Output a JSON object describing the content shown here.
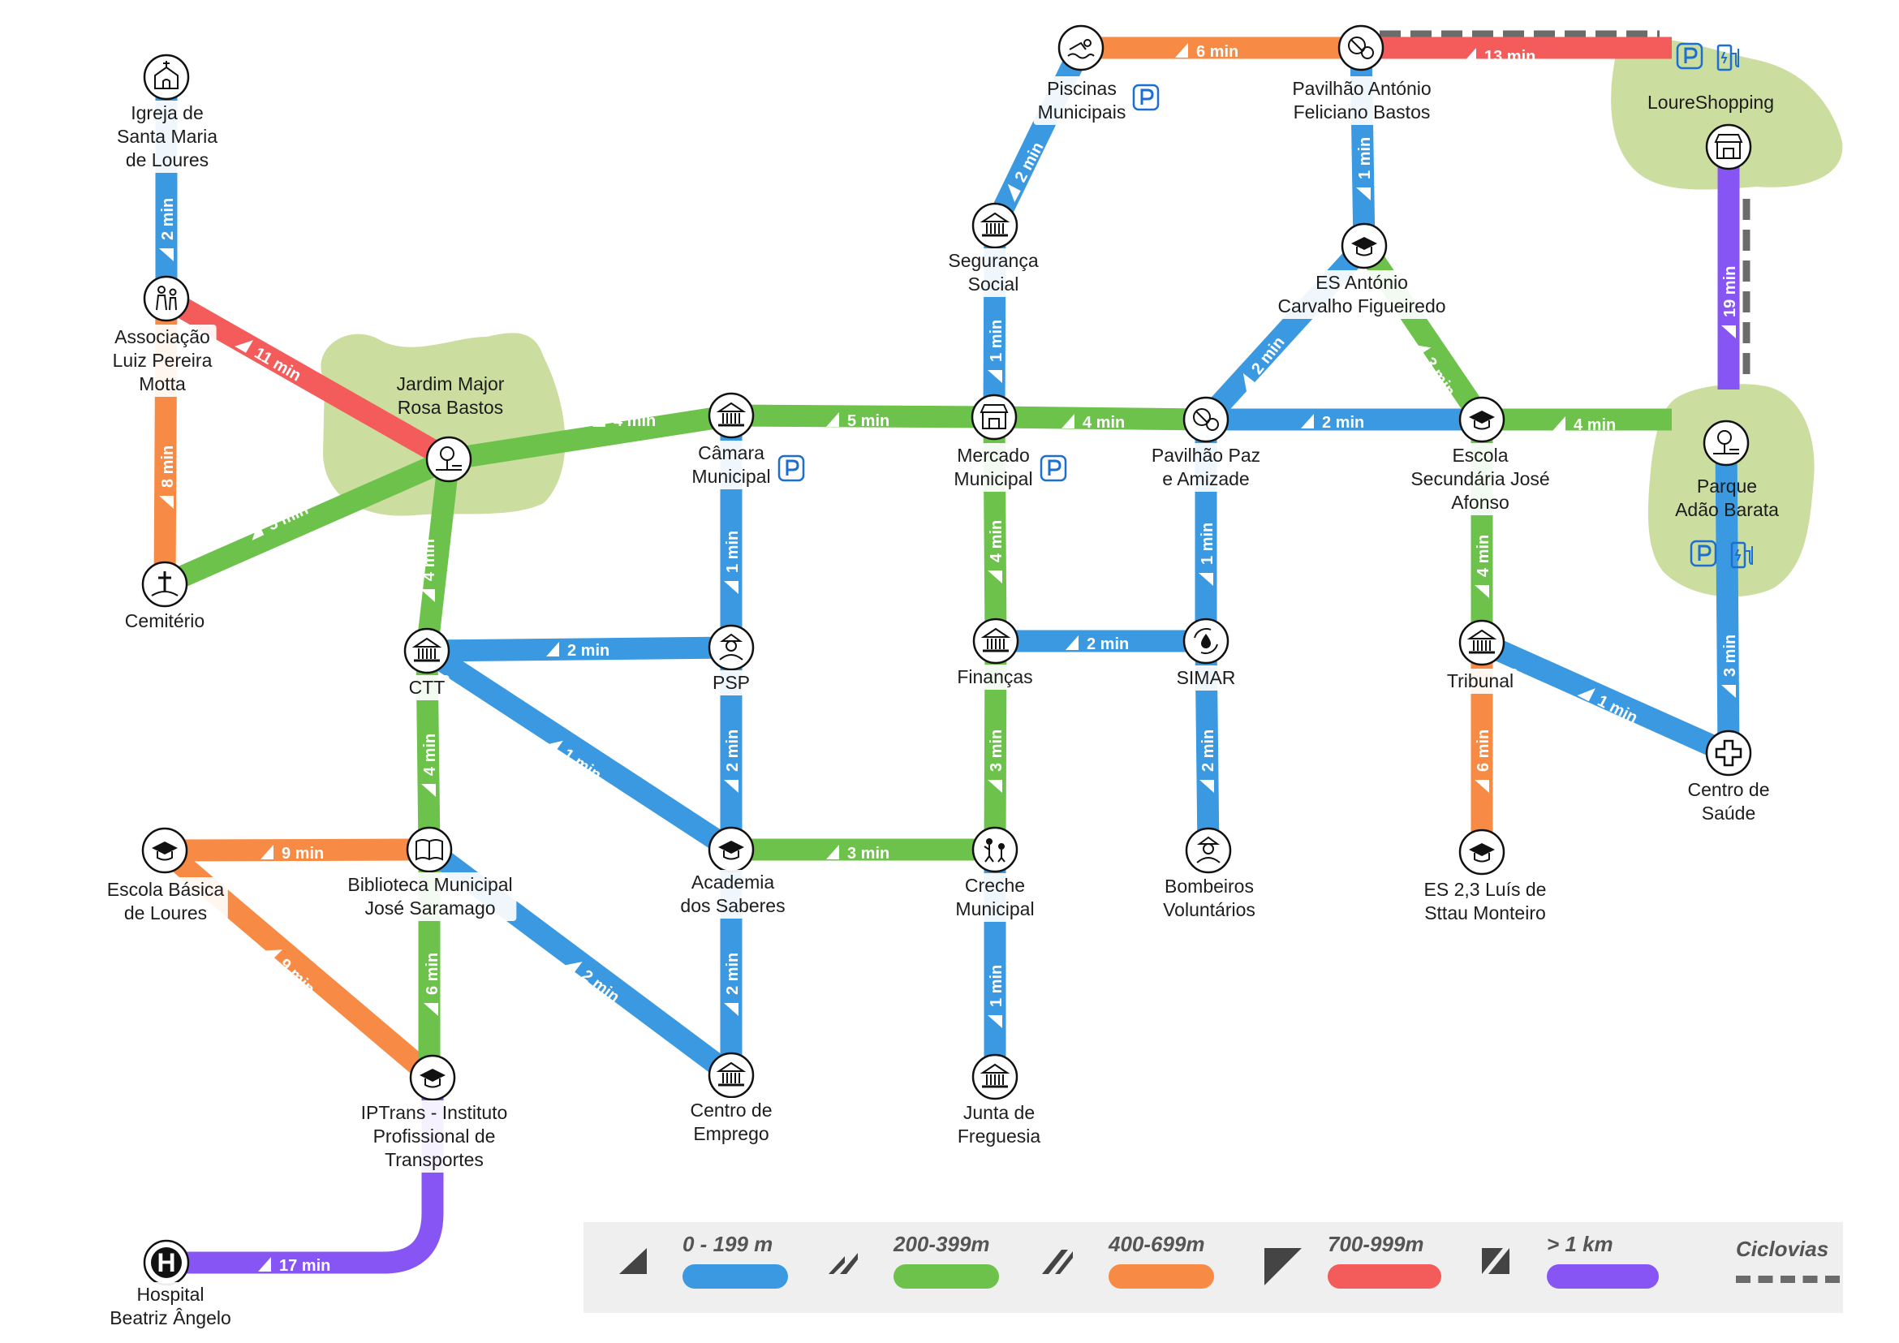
{
  "stations": [
    {
      "id": "igreja",
      "label": [
        "Igreja de",
        "Santa Maria",
        "de Loures"
      ],
      "icon": "church-icon"
    },
    {
      "id": "associacao",
      "label": [
        "Associação",
        "Luiz Pereira",
        "Motta"
      ],
      "icon": "elderly-people-icon"
    },
    {
      "id": "cemiterio",
      "label": [
        "Cemitério"
      ],
      "icon": "grave-cross-icon"
    },
    {
      "id": "jardim",
      "label": [
        "Jardim Major",
        "Rosa Bastos"
      ],
      "icon": "park-tree-bench-icon"
    },
    {
      "id": "camara",
      "label": [
        "Câmara",
        "Municipal"
      ],
      "icon": "town-hall-icon"
    },
    {
      "id": "ctt",
      "label": [
        "CTT"
      ],
      "icon": "post-office-icon"
    },
    {
      "id": "psp",
      "label": [
        "PSP"
      ],
      "icon": "police-officer-icon"
    },
    {
      "id": "escola_basica",
      "label": [
        "Escola Básica",
        "de Loures"
      ],
      "icon": "graduation-cap-icon"
    },
    {
      "id": "biblioteca",
      "label": [
        "Biblioteca Municipal",
        "José Saramago"
      ],
      "icon": "open-book-icon"
    },
    {
      "id": "academia",
      "label": [
        "Academia",
        "dos Saberes"
      ],
      "icon": "graduation-cap-icon"
    },
    {
      "id": "iptrans",
      "label": [
        "IPTrans - Instituto",
        "Profissional de",
        "Transportes"
      ],
      "icon": "graduation-cap-icon"
    },
    {
      "id": "centro_emprego",
      "label": [
        "Centro de",
        "Emprego"
      ],
      "icon": "public-building-icon"
    },
    {
      "id": "hospital",
      "label": [
        "Hospital",
        "Beatriz Ângelo"
      ],
      "icon": "hospital-h-icon"
    },
    {
      "id": "piscinas",
      "label": [
        "Piscinas",
        "Municipais"
      ],
      "icon": "swimmer-icon"
    },
    {
      "id": "seguranca",
      "label": [
        "Segurança",
        "Social"
      ],
      "icon": "public-building-icon"
    },
    {
      "id": "mercado",
      "label": [
        "Mercado",
        "Municipal"
      ],
      "icon": "market-stall-icon"
    },
    {
      "id": "financas",
      "label": [
        "Finanças"
      ],
      "icon": "public-building-icon"
    },
    {
      "id": "creche",
      "label": [
        "Creche",
        "Municipal"
      ],
      "icon": "children-playing-icon"
    },
    {
      "id": "junta",
      "label": [
        "Junta de",
        "Freguesia"
      ],
      "icon": "public-building-icon"
    },
    {
      "id": "pavilhao_af",
      "label": [
        "Pavilhão António",
        "Feliciano Bastos"
      ],
      "icon": "sports-balls-icon"
    },
    {
      "id": "es_acf",
      "label": [
        "ES António",
        "Carvalho Figueiredo"
      ],
      "icon": "graduation-cap-icon"
    },
    {
      "id": "pavilhao_paz",
      "label": [
        "Pavilhão Paz",
        "e Amizade"
      ],
      "icon": "sports-balls-icon"
    },
    {
      "id": "simar",
      "label": [
        "SIMAR"
      ],
      "icon": "water-recycle-icon"
    },
    {
      "id": "bombeiros",
      "label": [
        "Bombeiros",
        "Voluntários"
      ],
      "icon": "firefighter-icon"
    },
    {
      "id": "escola_sja",
      "label": [
        "Escola",
        "Secundária José",
        "Afonso"
      ],
      "icon": "graduation-cap-icon"
    },
    {
      "id": "tribunal",
      "label": [
        "Tribunal"
      ],
      "icon": "courthouse-icon"
    },
    {
      "id": "es_2_3",
      "label": [
        "ES 2,3 Luís de",
        "Sttau Monteiro"
      ],
      "icon": "graduation-cap-icon"
    },
    {
      "id": "loureshopping",
      "label": [
        "LoureShopping"
      ],
      "icon": "shop-storefront-icon"
    },
    {
      "id": "parque",
      "label": [
        "Parque",
        "Adão Barata"
      ],
      "icon": "park-tree-bench-icon"
    },
    {
      "id": "centro_saude",
      "label": [
        "Centro de",
        "Saúde"
      ],
      "icon": "medical-cross-icon"
    }
  ],
  "routes": [
    {
      "from": "igreja",
      "to": "associacao",
      "time": "2 min",
      "category": "0-199"
    },
    {
      "from": "associacao",
      "to": "jardim",
      "time": "11 min",
      "category": "700-999"
    },
    {
      "from": "associacao",
      "to": "cemiterio",
      "time": "8 min",
      "category": "400-699"
    },
    {
      "from": "cemiterio",
      "to": "jardim",
      "time": "5 min",
      "category": "200-399"
    },
    {
      "from": "jardim",
      "to": "camara",
      "time": "4 min",
      "category": "200-399"
    },
    {
      "from": "camara",
      "to": "mercado",
      "time": "5 min",
      "category": "200-399"
    },
    {
      "from": "mercado",
      "to": "pavilhao_paz",
      "time": "4 min",
      "category": "200-399"
    },
    {
      "from": "pavilhao_paz",
      "to": "escola_sja",
      "time": "2 min",
      "category": "0-199"
    },
    {
      "from": "escola_sja",
      "to": "parque",
      "time": "4 min",
      "category": "200-399"
    },
    {
      "from": "jardim",
      "to": "ctt",
      "time": "4 min",
      "category": "200-399"
    },
    {
      "from": "camara",
      "to": "psp",
      "time": "1 min",
      "category": "0-199"
    },
    {
      "from": "ctt",
      "to": "psp",
      "time": "2 min",
      "category": "0-199"
    },
    {
      "from": "ctt",
      "to": "academia",
      "time": "1 min",
      "category": "0-199"
    },
    {
      "from": "ctt",
      "to": "biblioteca",
      "time": "4 min",
      "category": "200-399"
    },
    {
      "from": "psp",
      "to": "academia",
      "time": "2 min",
      "category": "0-199"
    },
    {
      "from": "escola_basica",
      "to": "biblioteca",
      "time": "9 min",
      "category": "400-699"
    },
    {
      "from": "escola_basica",
      "to": "iptrans",
      "time": "9 min",
      "category": "400-699"
    },
    {
      "from": "biblioteca",
      "to": "iptrans",
      "time": "6 min",
      "category": "200-399"
    },
    {
      "from": "biblioteca",
      "to": "centro_emprego",
      "time": "2 min",
      "category": "0-199"
    },
    {
      "from": "academia",
      "to": "centro_emprego",
      "time": "2 min",
      "category": "0-199"
    },
    {
      "from": "academia",
      "to": "creche",
      "time": "3 min",
      "category": "200-399"
    },
    {
      "from": "iptrans",
      "to": "hospital",
      "time": "17 min",
      "category": ">1km"
    },
    {
      "from": "piscinas",
      "to": "seguranca",
      "time": "2 min",
      "category": "0-199"
    },
    {
      "from": "piscinas",
      "to": "pavilhao_af",
      "time": "6 min",
      "category": "400-699"
    },
    {
      "from": "pavilhao_af",
      "to": "loureshopping",
      "time": "13 min",
      "category": "700-999"
    },
    {
      "from": "seguranca",
      "to": "mercado",
      "time": "1 min",
      "category": "0-199"
    },
    {
      "from": "mercado",
      "to": "financas",
      "time": "4 min",
      "category": "200-399"
    },
    {
      "from": "financas",
      "to": "simar",
      "time": "2 min",
      "category": "0-199"
    },
    {
      "from": "financas",
      "to": "creche",
      "time": "3 min",
      "category": "200-399"
    },
    {
      "from": "creche",
      "to": "junta",
      "time": "1 min",
      "category": "0-199"
    },
    {
      "from": "pavilhao_af",
      "to": "es_acf",
      "time": "1 min",
      "category": "0-199"
    },
    {
      "from": "es_acf",
      "to": "pavilhao_paz",
      "time": "2 min",
      "category": "0-199"
    },
    {
      "from": "es_acf",
      "to": "escola_sja",
      "time": "3 min",
      "category": "200-399"
    },
    {
      "from": "pavilhao_paz",
      "to": "simar",
      "time": "1 min",
      "category": "0-199"
    },
    {
      "from": "simar",
      "to": "bombeiros",
      "time": "2 min",
      "category": "0-199"
    },
    {
      "from": "escola_sja",
      "to": "tribunal",
      "time": "4 min",
      "category": "200-399"
    },
    {
      "from": "tribunal",
      "to": "es_2_3",
      "time": "6 min",
      "category": "400-699"
    },
    {
      "from": "tribunal",
      "to": "centro_saude",
      "time": "1 min",
      "category": "0-199"
    },
    {
      "from": "loureshopping",
      "to": "parque",
      "time": "19 min",
      "category": ">1km"
    },
    {
      "from": "parque",
      "to": "centro_saude",
      "time": "3 min",
      "category": "0-199"
    }
  ],
  "parking_at": [
    "piscinas",
    "camara",
    "mercado",
    "loureshopping",
    "parque"
  ],
  "ev_charging_at": [
    "loureshopping",
    "parque"
  ],
  "cycle_path": {
    "legend_label": "Ciclovias"
  },
  "legend": [
    {
      "category": "0-199",
      "label": "0 - 199 m",
      "color": "#3a99e0"
    },
    {
      "category": "200-399",
      "label": "200-399m",
      "color": "#6cc24a"
    },
    {
      "category": "400-699",
      "label": "400-699m",
      "color": "#f78b45"
    },
    {
      "category": "700-999",
      "label": "700-999m",
      "color": "#f45b5b"
    },
    {
      "category": ">1km",
      "label": "> 1 km",
      "color": "#8855f5"
    }
  ],
  "colors": {
    "park_area": "#cbdd9f",
    "parking_icon": "#1c6fd1",
    "cycle_path": "#6b6b6b"
  }
}
